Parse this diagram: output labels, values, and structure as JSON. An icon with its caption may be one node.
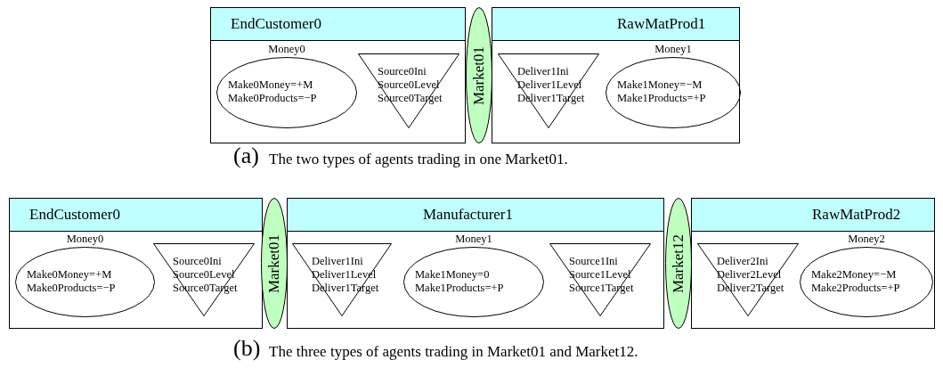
{
  "diagram": {
    "nodes": [
      {
        "text": [
          "EndCustomer0"
        ]
      },
      {
        "text": [
          "Money0",
          "Make0Money=+M",
          "Make0Products=−P"
        ],
        "in": 0
      },
      {
        "text": [
          "Source0Ini",
          "Source0Level",
          "Source0Target"
        ],
        "in": 0
      },
      {
        "text": [
          "Market01"
        ]
      },
      {
        "text": [
          "RawMatProd1"
        ]
      },
      {
        "text": [
          "Deliver1Ini",
          "Deliver1Level",
          "Deliver1Target"
        ],
        "in": 4
      },
      {
        "text": [
          "Money1",
          "Make1Money=−M",
          "Make1Products=+P"
        ],
        "in": 4
      },
      {
        "text": [
          "EndCustomer0"
        ]
      },
      {
        "text": [
          "Money0",
          "Make0Money=+M",
          "Make0Products=−P"
        ],
        "in": 7
      },
      {
        "text": [
          "Source0Ini",
          "Source0Level",
          "Source0Target"
        ],
        "in": 7
      },
      {
        "text": [
          "Market01"
        ]
      },
      {
        "text": [
          "Manufacturer1"
        ]
      },
      {
        "text": [
          "Deliver1Ini",
          "Deliver1Level",
          "Deliver1Target"
        ],
        "in": 11
      },
      {
        "text": [
          "Money1",
          "Make1Money=0",
          "Make1Products=+P"
        ],
        "in": 11
      },
      {
        "text": [
          "Source1Ini",
          "Source1Level",
          "Source1Target"
        ],
        "in": 11
      },
      {
        "text": [
          "Market12"
        ]
      },
      {
        "text": [
          "RawMatProd2"
        ]
      },
      {
        "text": [
          "Deliver2Ini",
          "Deliver2Level",
          "Deliver2Target"
        ],
        "in": 16
      },
      {
        "text": [
          "Money2",
          "Make2Money=−M",
          "Make2Products=+P"
        ],
        "in": 16
      }
    ],
    "labels": [
      "(a)",
      "The two types of agents trading in one Market01.",
      "(b)",
      "The three types of agents trading in Market01 and Market12."
    ]
  }
}
